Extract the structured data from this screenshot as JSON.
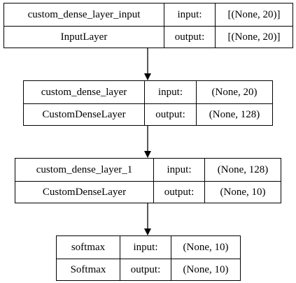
{
  "nodes": [
    {
      "name": "custom_dense_layer_input",
      "class": "InputLayer",
      "input_label": "input:",
      "input_shape": "[(None, 20)]",
      "output_label": "output:",
      "output_shape": "[(None, 20)]"
    },
    {
      "name": "custom_dense_layer",
      "class": "CustomDenseLayer",
      "input_label": "input:",
      "input_shape": "(None, 20)",
      "output_label": "output:",
      "output_shape": "(None, 128)"
    },
    {
      "name": "custom_dense_layer_1",
      "class": "CustomDenseLayer",
      "input_label": "input:",
      "input_shape": "(None, 128)",
      "output_label": "output:",
      "output_shape": "(None, 10)"
    },
    {
      "name": "softmax",
      "class": "Softmax",
      "input_label": "input:",
      "input_shape": "(None, 10)",
      "output_label": "output:",
      "output_shape": "(None, 10)"
    }
  ],
  "edges": [
    [
      0,
      1
    ],
    [
      1,
      2
    ],
    [
      2,
      3
    ]
  ]
}
